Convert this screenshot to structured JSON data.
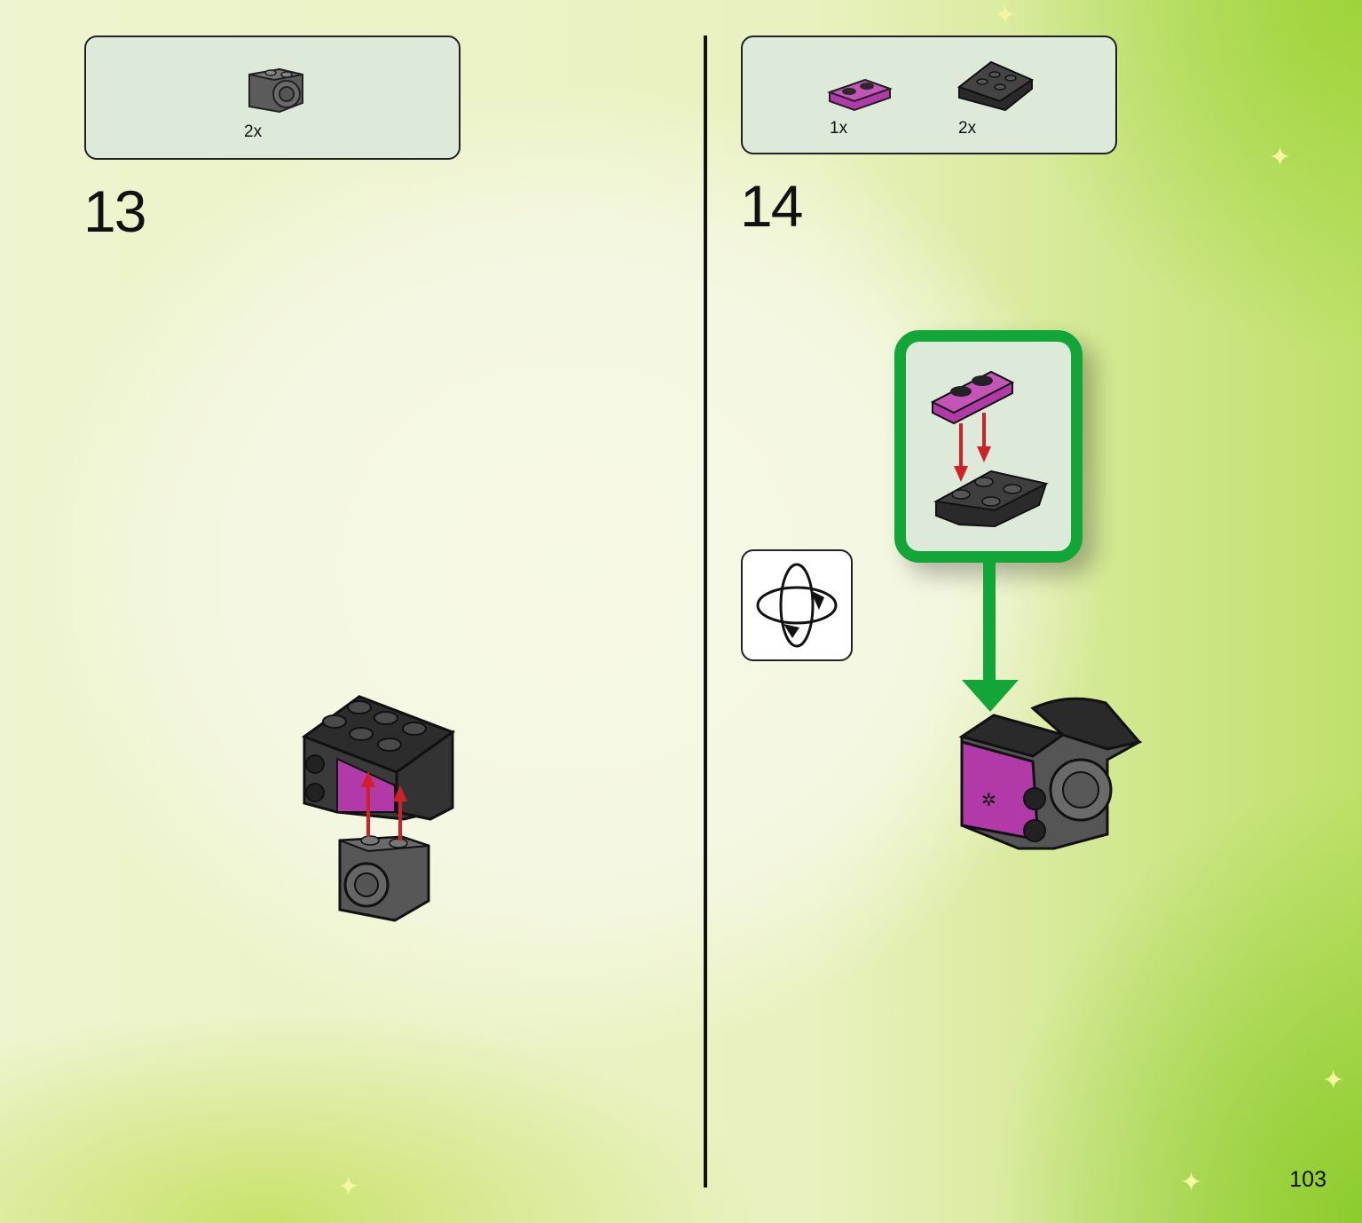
{
  "step13": {
    "number": "13",
    "parts": [
      {
        "name": "dark gray brick with wheel hub",
        "qty": "2x"
      }
    ]
  },
  "step14": {
    "number": "14",
    "parts": [
      {
        "name": "magenta 1x2 plate",
        "qty": "1x"
      },
      {
        "name": "black curved slope",
        "qty": "2x"
      }
    ],
    "rotate_icon": "rotate-model-icon"
  },
  "page_number": "103",
  "colors": {
    "callout_border": "#12a538",
    "arrow_red": "#d0202a",
    "arrow_green": "#12a538",
    "magenta": "#b23aa8",
    "dark_gray": "#555555",
    "black_part": "#2a2a2a"
  }
}
